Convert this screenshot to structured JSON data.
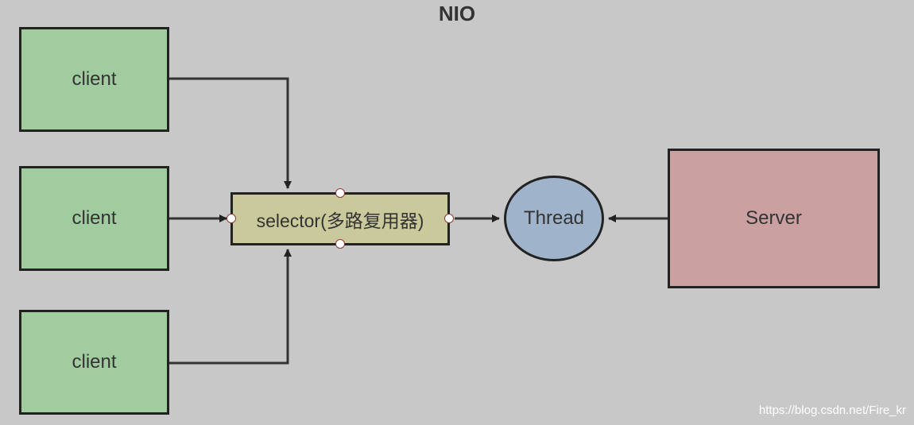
{
  "title": "NIO",
  "clients": [
    {
      "label": "client"
    },
    {
      "label": "client"
    },
    {
      "label": "client"
    }
  ],
  "selector": {
    "label": "selector(多路复用器)"
  },
  "thread": {
    "label": "Thread"
  },
  "server": {
    "label": "Server"
  },
  "watermark": "https://blog.csdn.net/Fire_kr",
  "colors": {
    "background": "#c8c8c8",
    "client": "#a0cc9f",
    "selector": "#c9c99b",
    "thread": "#9fb4cb",
    "server": "#cba0a0",
    "stroke": "#222222"
  }
}
